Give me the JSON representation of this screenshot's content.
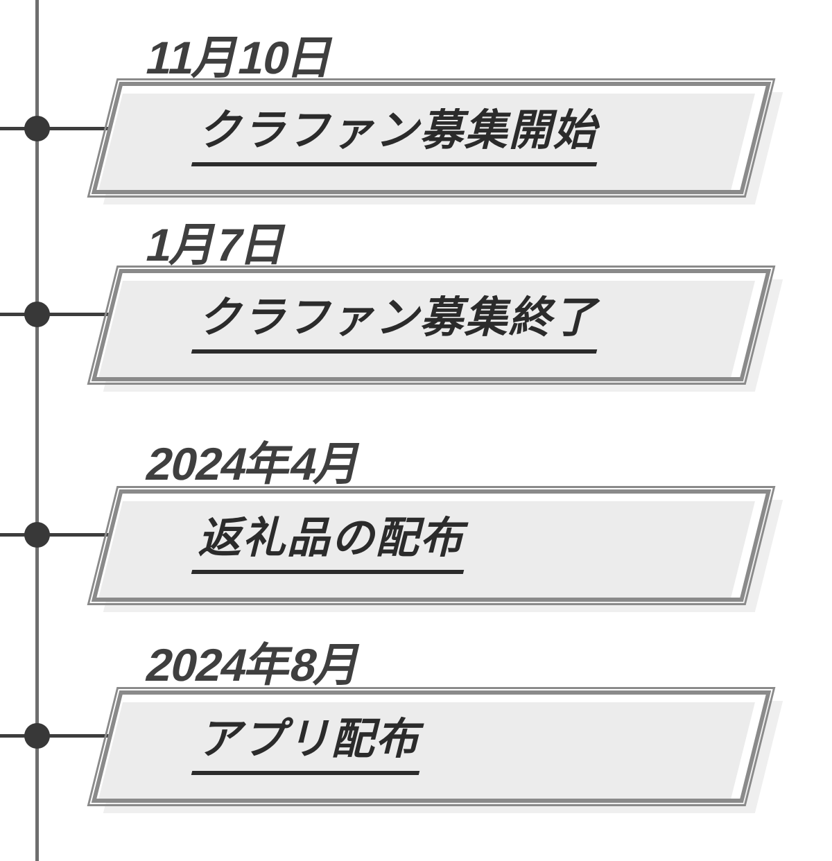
{
  "diagram": {
    "type": "vertical-timeline",
    "milestones": [
      {
        "date": "11月10日",
        "label": "クラファン募集開始"
      },
      {
        "date": "1月7日",
        "label": "クラファン募集終了"
      },
      {
        "date": "2024年4月",
        "label": "返礼品の配布"
      },
      {
        "date": "2024年8月",
        "label": "アプリ配布"
      }
    ],
    "colors": {
      "axis_line": "#6e6e6e",
      "connector_line": "#3d3d3d",
      "node_dot": "#383838",
      "box_border": "#8a8a8a",
      "box_fill": "#ececec",
      "box_shadow": "#efefef",
      "date_text": "#3f3f3f",
      "label_text": "#2b2b2b",
      "background": "#ffffff"
    }
  }
}
